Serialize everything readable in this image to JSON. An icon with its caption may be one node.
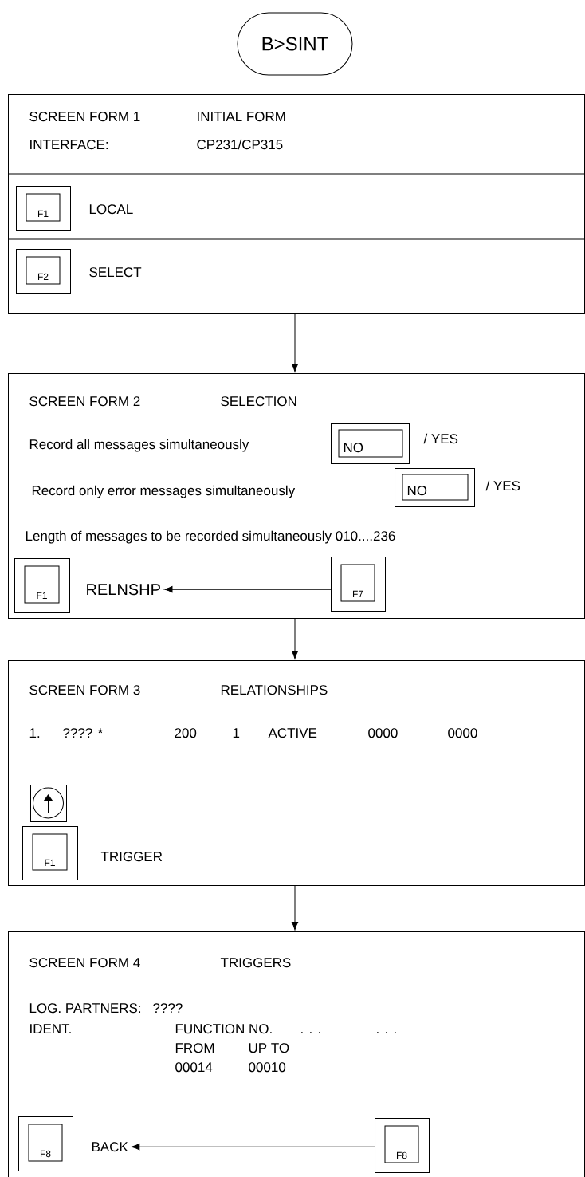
{
  "diagram": {
    "nodes": [
      {
        "text": [
          "B>SINT"
        ]
      },
      {
        "text": [
          "SCREEN FORM 1",
          "INITIAL FORM",
          "INTERFACE:",
          "CP231/CP315"
        ]
      },
      {
        "text": [
          "F1"
        ],
        "in": 1,
        "beside": [
          "LOCAL"
        ]
      },
      {
        "text": [
          "F2"
        ],
        "in": 1,
        "beside": [
          "SELECT"
        ]
      },
      {
        "text": [
          "SCREEN FORM 2",
          "SELECTION",
          "Record all messages simultaneously",
          "/ YES",
          "Record only error messages simultaneously",
          "/ YES",
          "Length of messages to be recorded simultaneously  010....236"
        ]
      },
      {
        "text": [
          "NO"
        ],
        "in": 4
      },
      {
        "text": [
          "NO"
        ],
        "in": 4
      },
      {
        "text": [
          "F1"
        ],
        "in": 4
      },
      {
        "text": [
          "RELNSHP"
        ],
        "in": 4
      },
      {
        "text": [
          "F7"
        ],
        "in": 4
      },
      {
        "text": [
          "SCREEN FORM 3",
          "RELATIONSHIPS",
          "1.",
          "???? *",
          "200",
          "1",
          "ACTIVE",
          "0000",
          "0000"
        ]
      },
      {
        "text": [],
        "shape": "box",
        "in": 10
      },
      {
        "text": [
          "F1"
        ],
        "in": 10,
        "beside": [
          "TRIGGER"
        ]
      },
      {
        "text": [
          "SCREEN FORM 4",
          "TRIGGERS",
          "LOG. PARTNERS:",
          "????",
          "IDENT.",
          "FUNCTION NO.",
          ". . .",
          ". . .",
          "FROM",
          "UP TO",
          "00014",
          "00010"
        ]
      },
      {
        "text": [
          "F8"
        ],
        "in": 13
      },
      {
        "text": [
          "BACK"
        ],
        "in": 13
      },
      {
        "text": [
          "F8"
        ],
        "in": 13
      }
    ],
    "edges": [
      {
        "from": 1,
        "to": 4,
        "arrow": "to"
      },
      {
        "from": 9,
        "to": 8,
        "arrow": "to"
      },
      {
        "from": 4,
        "to": 10,
        "arrow": "to"
      },
      {
        "from": 10,
        "to": 13,
        "arrow": "to"
      },
      {
        "from": 16,
        "to": 15,
        "arrow": "to"
      }
    ]
  }
}
